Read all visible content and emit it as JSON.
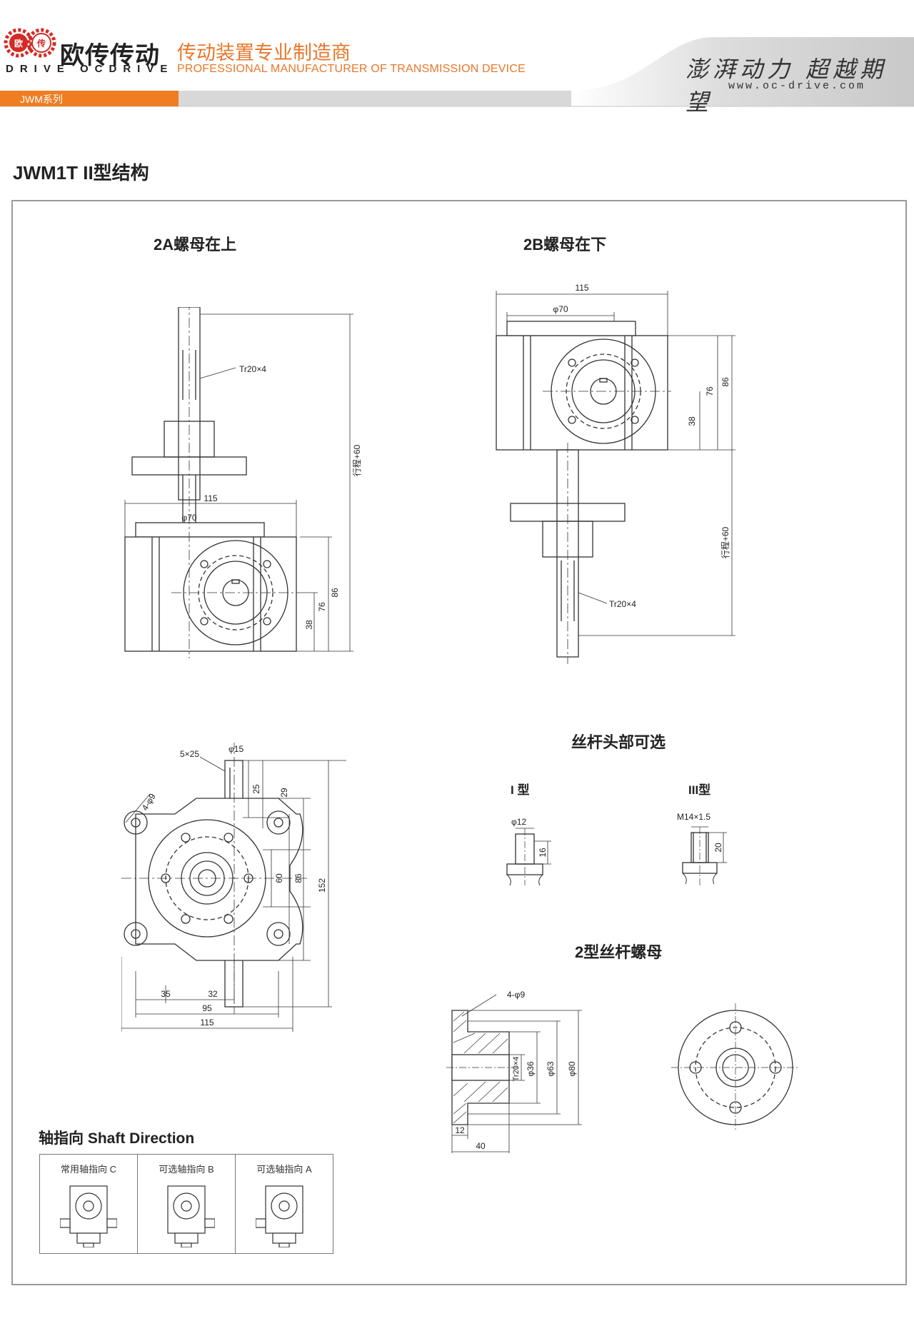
{
  "header": {
    "logo_name": "欧传传动",
    "logo_sub": "DRIVE OCDRIVE",
    "logo_badge_1": "欧",
    "logo_badge_2": "传",
    "slogan_cn": "传动装置专业制造商",
    "slogan_en": "PROFESSIONAL MANUFACTURER OF TRANSMISSION DEVICE",
    "motto": "澎湃动力 超越期望",
    "website": "www.oc-drive.com",
    "series": "JWM系列",
    "accent_color": "#ef7d22"
  },
  "page_title": "JWM1T II型结构",
  "drawings": {
    "view_2a": {
      "title": "2A螺母在上",
      "thread": "Tr20×4",
      "stroke": "行程+60",
      "width": "115",
      "dia": "φ70",
      "h38": "38",
      "h76": "76",
      "h86": "86"
    },
    "view_2b": {
      "title": "2B螺母在下",
      "thread": "Tr20×4",
      "stroke": "行程+60",
      "width": "115",
      "dia": "φ70",
      "h38": "38",
      "h76": "76",
      "h86": "86"
    },
    "top_view": {
      "key": "5×25",
      "shaft_dia": "φ15",
      "holes": "4-φ9",
      "d25": "25",
      "d29": "29",
      "d60": "60",
      "d86": "86",
      "d152": "152",
      "d35": "35",
      "d32": "32",
      "d95": "95",
      "d115": "115"
    },
    "screw_head": {
      "title": "丝杆头部可选",
      "type1_label": "I 型",
      "type1_dia": "φ12",
      "type1_len": "16",
      "type3_label": "III型",
      "type3_thread": "M14×1.5",
      "type3_len": "20"
    },
    "nut": {
      "title": "2型丝杆螺母",
      "holes": "4-φ9",
      "thread": "Tr20×4",
      "d36": "φ36",
      "d63": "φ63",
      "d80": "φ80",
      "w12": "12",
      "w40": "40"
    }
  },
  "shaft_direction": {
    "title": "轴指向 Shaft Direction",
    "options": [
      {
        "label": "常用轴指向 C"
      },
      {
        "label": "可选轴指向 B"
      },
      {
        "label": "可选轴指向 A"
      }
    ]
  }
}
